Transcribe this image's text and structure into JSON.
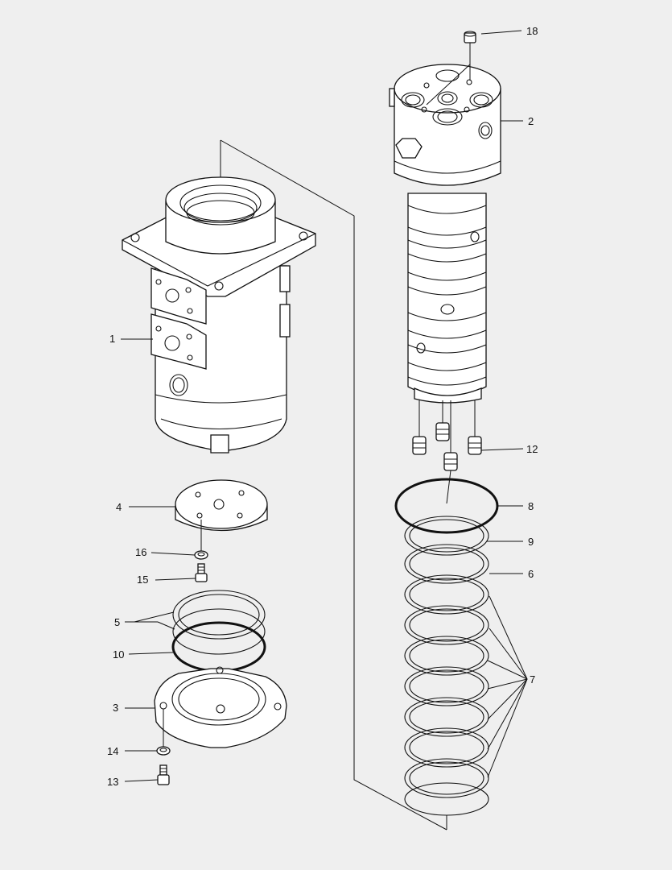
{
  "diagram": {
    "callouts": [
      {
        "id": "c1",
        "label": "1"
      },
      {
        "id": "c2",
        "label": "2"
      },
      {
        "id": "c3",
        "label": "3"
      },
      {
        "id": "c4",
        "label": "4"
      },
      {
        "id": "c5",
        "label": "5"
      },
      {
        "id": "c6",
        "label": "6"
      },
      {
        "id": "c7",
        "label": "7"
      },
      {
        "id": "c8",
        "label": "8"
      },
      {
        "id": "c9",
        "label": "9"
      },
      {
        "id": "c10",
        "label": "10"
      },
      {
        "id": "c12",
        "label": "12"
      },
      {
        "id": "c13",
        "label": "13"
      },
      {
        "id": "c14",
        "label": "14"
      },
      {
        "id": "c15",
        "label": "15"
      },
      {
        "id": "c16",
        "label": "16"
      },
      {
        "id": "c18",
        "label": "18"
      }
    ]
  }
}
